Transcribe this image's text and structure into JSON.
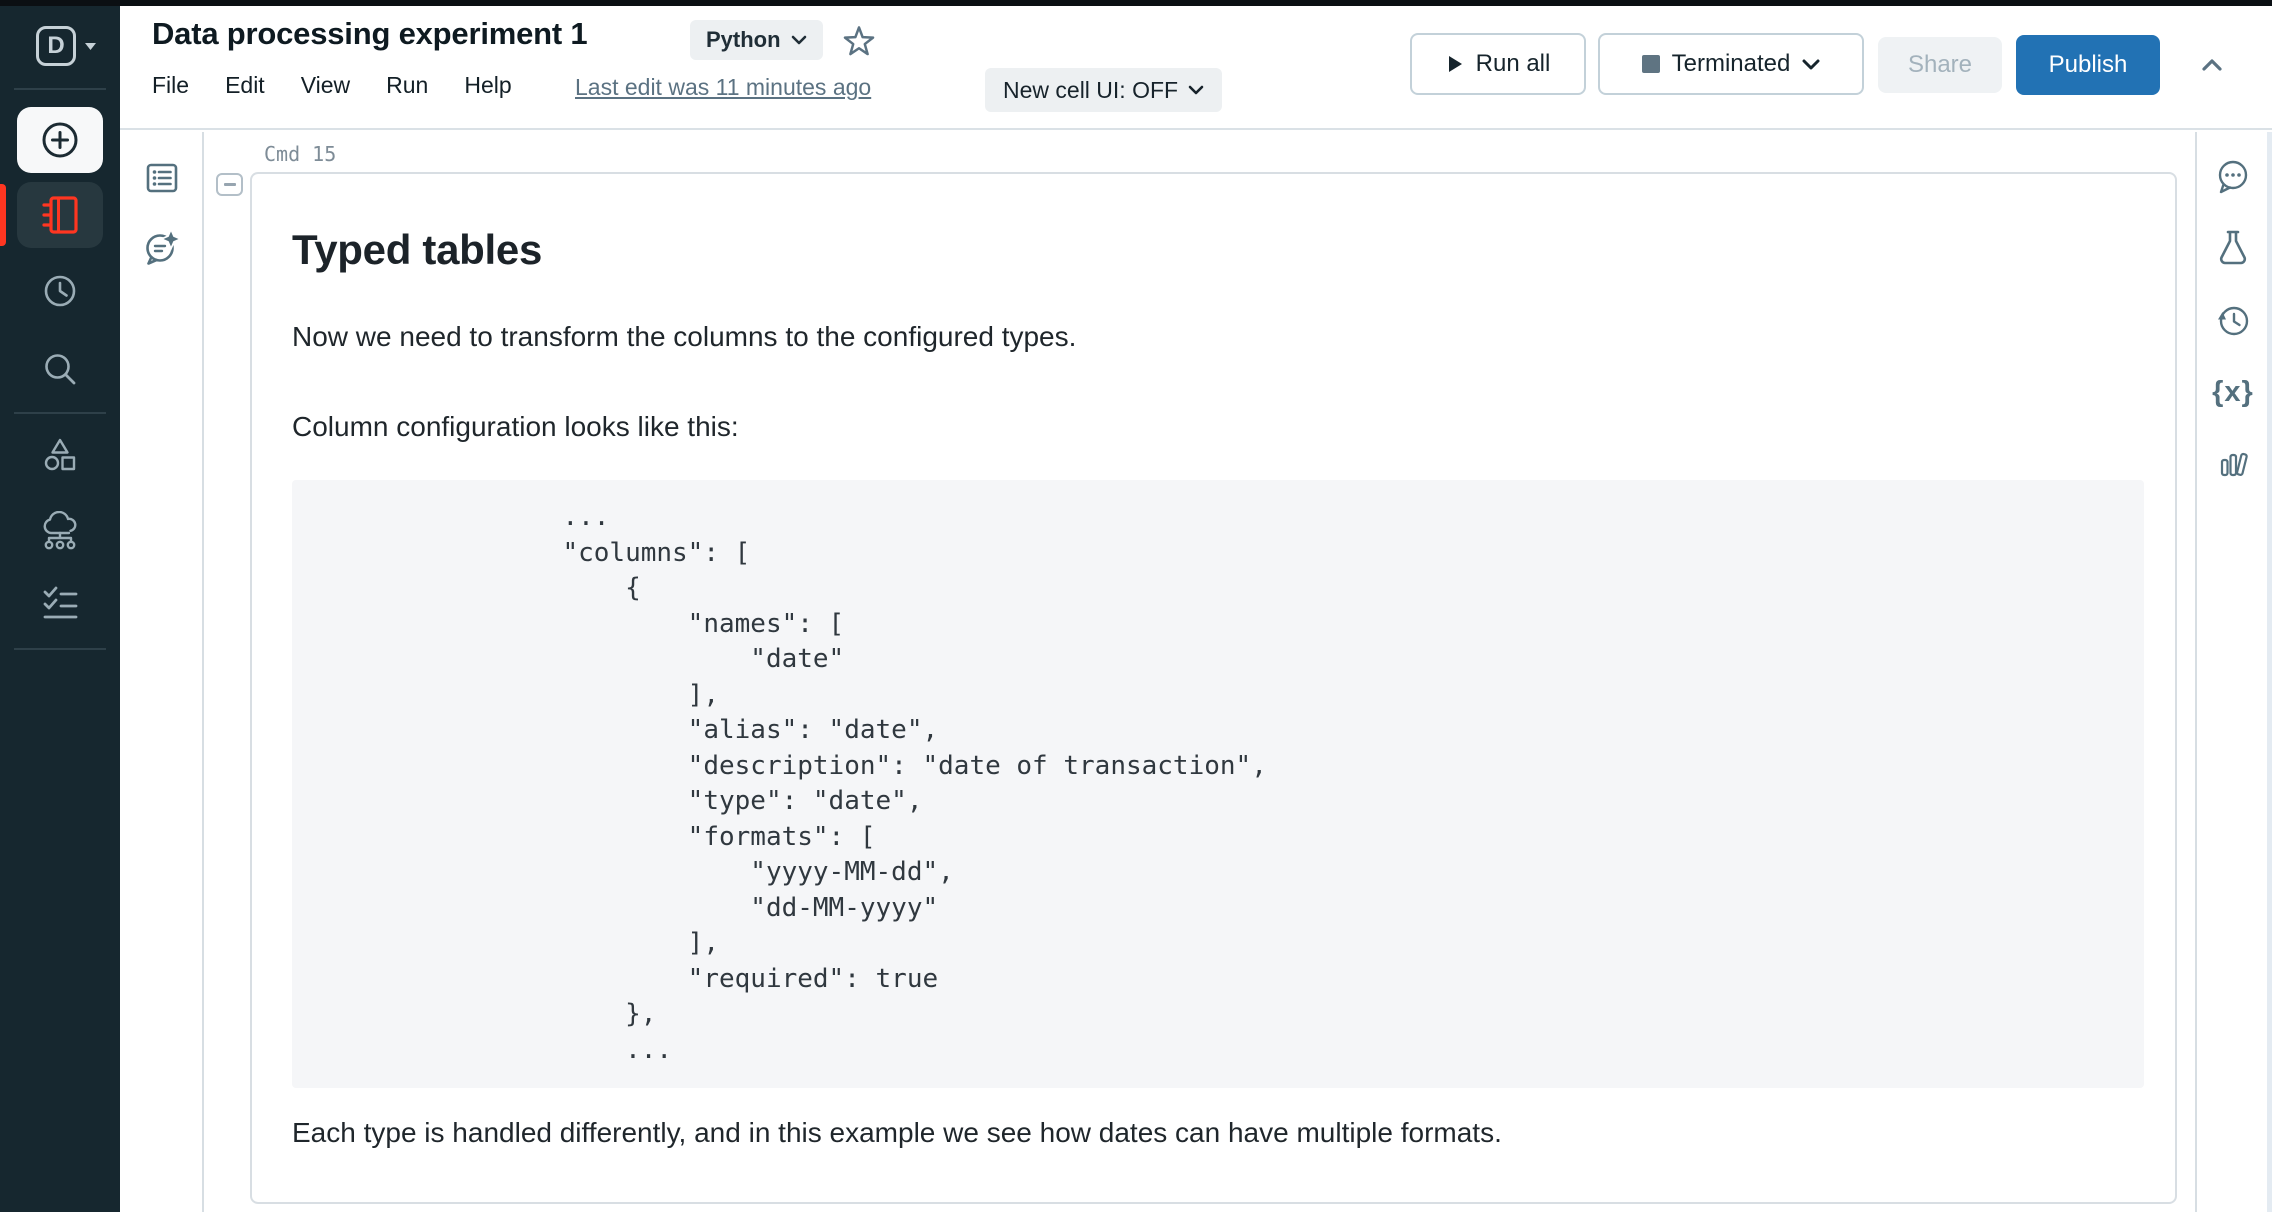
{
  "sidebar": {
    "logo_letter": "D"
  },
  "header": {
    "title": "Data processing experiment 1",
    "language": "Python",
    "menus": [
      "File",
      "Edit",
      "View",
      "Run",
      "Help"
    ],
    "last_edit": "Last edit was 11 minutes ago",
    "new_cell_ui": "New cell UI: OFF",
    "run_all": "Run all",
    "cluster_status": "Terminated",
    "share": "Share",
    "publish": "Publish"
  },
  "notebook": {
    "cell_label": "Cmd 15",
    "cell": {
      "heading": "Typed tables",
      "para1": "Now we need to transform the columns to the configured types.",
      "para2": "Column configuration looks like this:",
      "code_lines": [
        "                ...",
        "                \"columns\": [",
        "                    {",
        "                        \"names\": [",
        "                            \"date\"",
        "                        ],",
        "                        \"alias\": \"date\",",
        "                        \"description\": \"date of transaction\",",
        "                        \"type\": \"date\",",
        "                        \"formats\": [",
        "                            \"yyyy-MM-dd\",",
        "                            \"dd-MM-yyyy\"",
        "                        ],",
        "                        \"required\": true",
        "                    },",
        "                    ..."
      ],
      "para3": "Each type is handled differently, and in this example we see how dates can have multiple formats."
    }
  },
  "icons": {
    "variables_glyph": "{x}"
  },
  "colors": {
    "accent_blue": "#2272B4",
    "brand_red": "#FF3621",
    "sidebar_bg": "#16272F",
    "icon_slate": "#5B7282",
    "code_bg": "#F5F6F8",
    "border": "#D8DEE3"
  }
}
